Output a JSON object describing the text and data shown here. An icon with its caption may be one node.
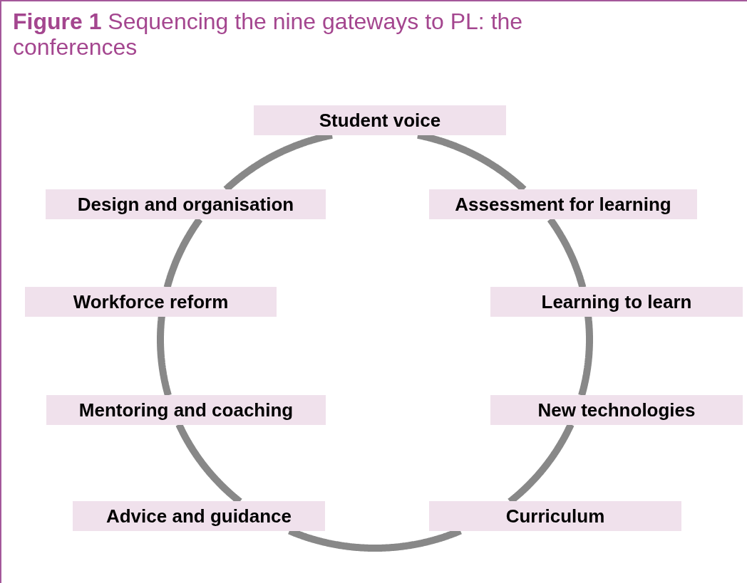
{
  "diagram": {
    "title": "**Figure 1** Sequencing the nine gateways to PL: the conferences",
    "nodes": [
      {
        "text": [
          "Student voice"
        ]
      },
      {
        "text": [
          "Design and organisation"
        ]
      },
      {
        "text": [
          "Assessment for learning"
        ]
      },
      {
        "text": [
          "Workforce reform"
        ]
      },
      {
        "text": [
          "Learning to learn"
        ]
      },
      {
        "text": [
          "Mentoring and coaching"
        ]
      },
      {
        "text": [
          "New technologies"
        ]
      },
      {
        "text": [
          "Advice and guidance"
        ]
      },
      {
        "text": [
          "Curriculum"
        ]
      }
    ],
    "edges": [
      {
        "from": 0,
        "to": 2,
        "arrow": "none"
      },
      {
        "from": 2,
        "to": 4,
        "arrow": "none"
      },
      {
        "from": 4,
        "to": 6,
        "arrow": "none"
      },
      {
        "from": 6,
        "to": 8,
        "arrow": "none"
      },
      {
        "from": 8,
        "to": 7,
        "arrow": "none"
      },
      {
        "from": 7,
        "to": 5,
        "arrow": "none"
      },
      {
        "from": 5,
        "to": 3,
        "arrow": "none"
      },
      {
        "from": 3,
        "to": 1,
        "arrow": "none"
      },
      {
        "from": 1,
        "to": 0,
        "arrow": "none"
      }
    ]
  }
}
